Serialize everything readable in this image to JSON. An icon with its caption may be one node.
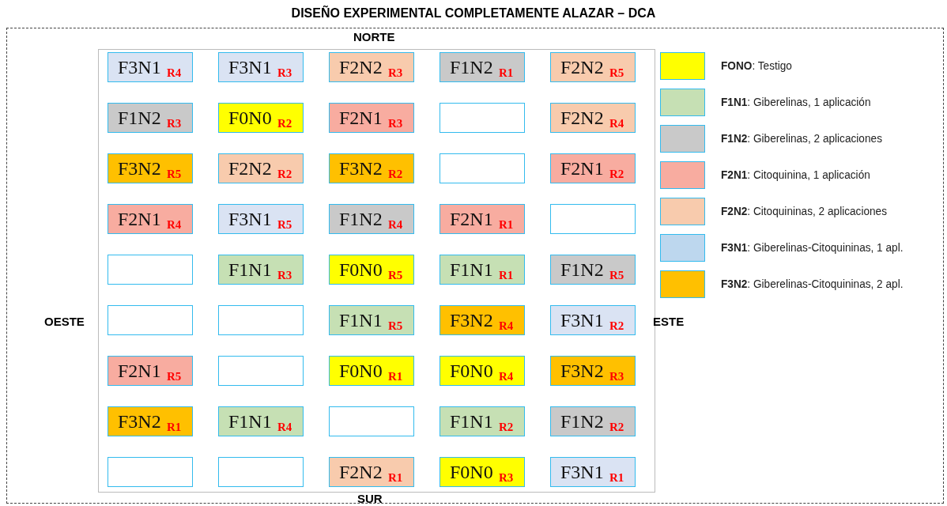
{
  "diagram": {
    "title": "DISEÑO EXPERIMENTAL COMPLETAMENTE ALAZAR – DCA",
    "nodes": [
      {
        "text": [
          "F3N1",
          "R4"
        ]
      },
      {
        "text": [
          "F3N1",
          "R3"
        ]
      },
      {
        "text": [
          "F2N2",
          "R3"
        ]
      },
      {
        "text": [
          "F1N2",
          "R1"
        ]
      },
      {
        "text": [
          "F2N2",
          "R5"
        ]
      },
      {
        "text": [
          "F1N2",
          "R3"
        ]
      },
      {
        "text": [
          "F0N0",
          "R2"
        ]
      },
      {
        "text": [
          "F2N1",
          "R3"
        ]
      },
      {
        "text": [],
        "shape": "box"
      },
      {
        "text": [
          "F2N2",
          "R4"
        ]
      },
      {
        "text": [
          "F3N2",
          "R5"
        ]
      },
      {
        "text": [
          "F2N2",
          "R2"
        ]
      },
      {
        "text": [
          "F3N2",
          "R2"
        ]
      },
      {
        "text": [],
        "shape": "box"
      },
      {
        "text": [
          "F2N1",
          "R2"
        ]
      },
      {
        "text": [
          "F2N1",
          "R4"
        ]
      },
      {
        "text": [
          "F3N1",
          "R5"
        ]
      },
      {
        "text": [
          "F1N2",
          "R4"
        ]
      },
      {
        "text": [
          "F2N1",
          "R1"
        ]
      },
      {
        "text": [],
        "shape": "box"
      },
      {
        "text": [],
        "shape": "box"
      },
      {
        "text": [
          "F1N1",
          "R3"
        ]
      },
      {
        "text": [
          "F0N0",
          "R5"
        ]
      },
      {
        "text": [
          "F1N1",
          "R1"
        ]
      },
      {
        "text": [
          "F1N2",
          "R5"
        ]
      },
      {
        "text": [],
        "shape": "box"
      },
      {
        "text": [],
        "shape": "box"
      },
      {
        "text": [
          "F1N1",
          "R5"
        ]
      },
      {
        "text": [
          "F3N2",
          "R4"
        ]
      },
      {
        "text": [
          "F3N1",
          "R2"
        ]
      },
      {
        "text": [
          "F2N1",
          "R5"
        ]
      },
      {
        "text": [],
        "shape": "box"
      },
      {
        "text": [
          "F0N0",
          "R1"
        ]
      },
      {
        "text": [
          "F0N0",
          "R4"
        ]
      },
      {
        "text": [
          "F3N2",
          "R3"
        ]
      },
      {
        "text": [
          "F3N2",
          "R1"
        ]
      },
      {
        "text": [
          "F1N1",
          "R4"
        ]
      },
      {
        "text": [],
        "shape": "box"
      },
      {
        "text": [
          "F1N1",
          "R2"
        ]
      },
      {
        "text": [
          "F1N2",
          "R2"
        ]
      },
      {
        "text": [],
        "shape": "box"
      },
      {
        "text": [],
        "shape": "box"
      },
      {
        "text": [
          "F2N2",
          "R1"
        ]
      },
      {
        "text": [
          "F0N0",
          "R3"
        ]
      },
      {
        "text": [
          "F3N1",
          "R1"
        ]
      }
    ],
    "edges": [],
    "labels": [
      "NORTE",
      "OESTE",
      "ESTE",
      "SUR"
    ],
    "legend": [
      {
        "text": "**FONO**: Testigo",
        "color": "#ffff00"
      },
      {
        "text": "**F1N1**: Giberelinas, 1 aplicación",
        "color": "#c6e0b4"
      },
      {
        "text": "**F1N2**: Giberelinas, 2 aplicaciones",
        "color": "#c9c9c9"
      },
      {
        "text": "**F2N1**: Citoquinina, 1 aplicación",
        "color": "#f8aca0"
      },
      {
        "text": "**F2N2**: Citoquininas, 2 aplicaciones",
        "color": "#f8cbad"
      },
      {
        "text": "**F3N1**: Giberelinas-Citoquininas, 1 apl.",
        "color": "#bdd7ee"
      },
      {
        "text": "**F3N2**: Giberelinas-Citoquininas, 2 apl.",
        "color": "#ffc000"
      }
    ]
  }
}
